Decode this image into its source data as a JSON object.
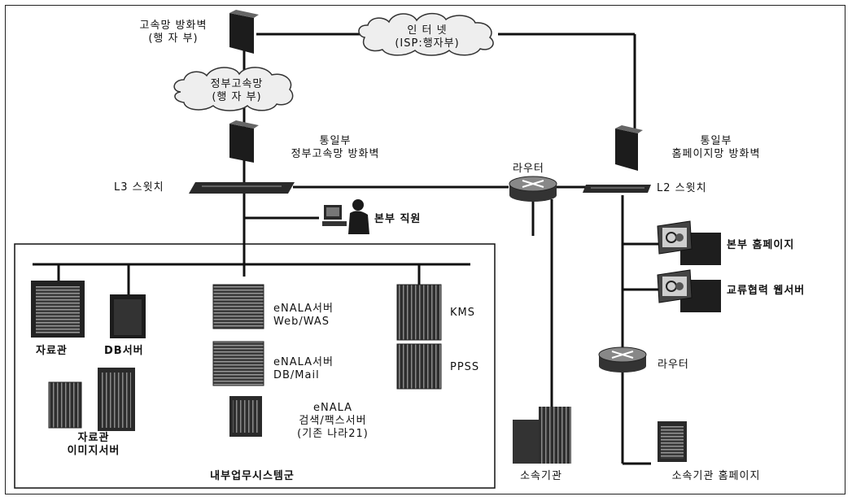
{
  "labels": {
    "hs_firewall": "고속망 방화벽\n(행 자 부)",
    "internet": "인 터 넷\n(ISP:행자부)",
    "gov_network": "정부고속망\n(행 자 부)",
    "unif_gov_firewall": "통일부\n정부고속망 방화벽",
    "unif_home_firewall": "통일부\n홈페이지망 방화벽",
    "router_top": "라우터",
    "l3_switch": "L3 스윗치",
    "l2_switch": "L2 스윗치",
    "hq_staff": "본부 직원",
    "hq_homepage": "본부 홈페이지",
    "exchange_web": "교류협력 웹서버",
    "router_bottom": "라우터",
    "archive": "자료관",
    "db_server": "DB서버",
    "archive_image": "자료관\n이미지서버",
    "enala_web": "eNALA서버\nWeb/WAS",
    "enala_db": "eNALA서버\nDB/Mail",
    "enala_search": "eNALA\n검색/팩스서버\n(기존 나라21)",
    "kms": "KMS",
    "ppss": "PPSS",
    "affiliate": "소속기관",
    "affiliate_homepage": "소속기관 홈페이지",
    "internal_group": "내부업무시스템군"
  }
}
